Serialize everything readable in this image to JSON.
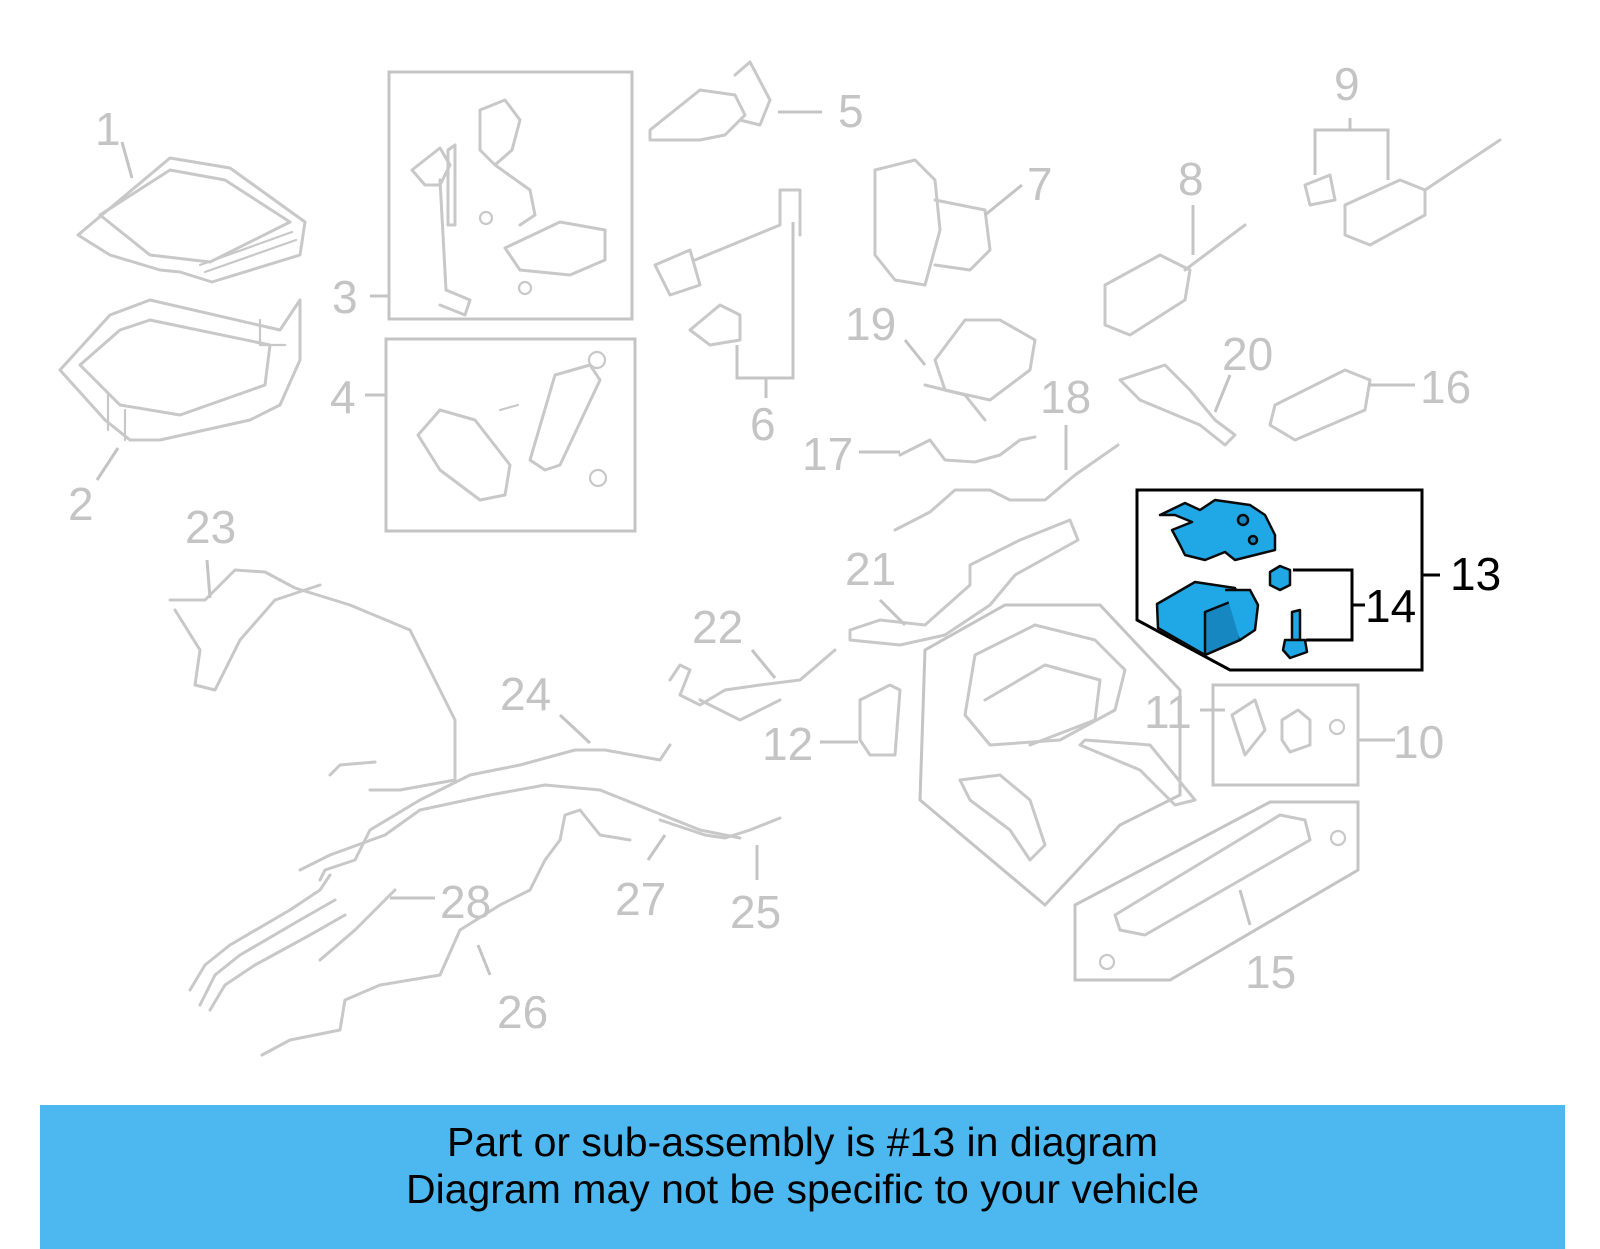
{
  "diagram": {
    "callouts": [
      "1",
      "2",
      "3",
      "4",
      "5",
      "6",
      "7",
      "8",
      "9",
      "10",
      "11",
      "12",
      "13",
      "14",
      "15",
      "16",
      "17",
      "18",
      "19",
      "20",
      "21",
      "22",
      "23",
      "24",
      "25",
      "26",
      "27",
      "28"
    ],
    "highlighted_callouts": [
      "13",
      "14"
    ],
    "highlight_color": "#1fa7e6",
    "part_outline_color": "#c8c8c8"
  },
  "banner": {
    "line1": "Part or sub-assembly is #13 in diagram",
    "line2": "Diagram may not be specific to your vehicle",
    "background": "#4cb8ef"
  }
}
